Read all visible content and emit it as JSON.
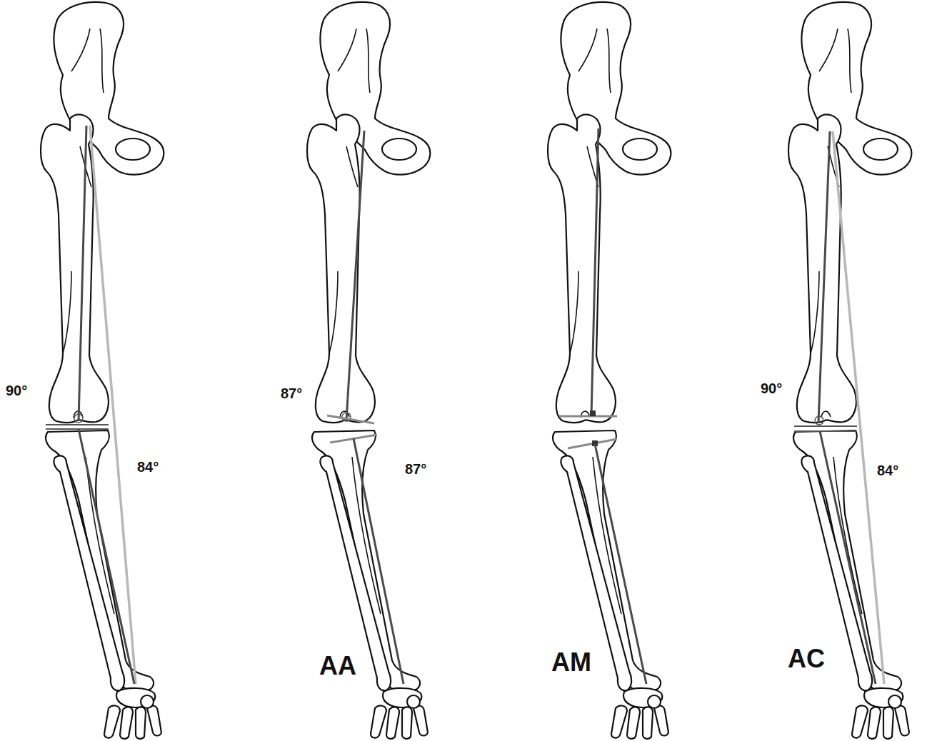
{
  "diagram": {
    "labels": [
      "90°",
      "84°",
      "87°",
      "87°",
      "AA",
      "AM",
      "90°",
      "84°",
      "AC"
    ]
  }
}
